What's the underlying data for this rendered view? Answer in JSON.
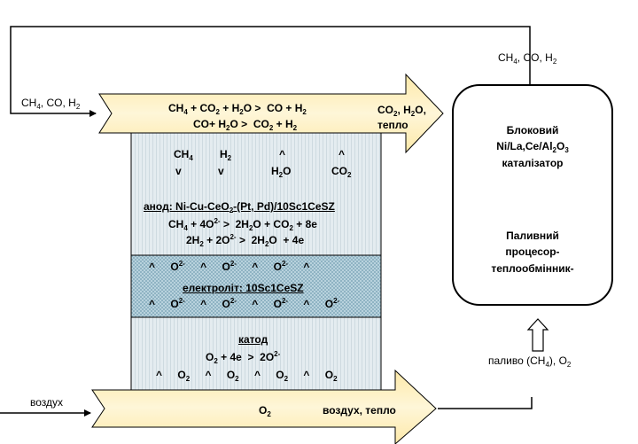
{
  "top_arrow": {
    "inlet_label": "CH4, CO, H2",
    "reaction_1": "CH4 + CO2 + H2O > CO + H2",
    "reaction_2": "CO+ H2O > CO2 + H2",
    "outlet_label_1": "CO2, H2O,",
    "outlet_label_2": "тепло"
  },
  "recycle": {
    "label": "CH4, CO, H2"
  },
  "anode": {
    "species_row_1": [
      "CH4",
      "H2",
      "^",
      "^"
    ],
    "species_row_2": [
      "v",
      "v",
      "H2O",
      "CO2"
    ],
    "title": "анод: Ni-Cu-CeO2-(Pt, Pd)/10Sc1CeSZ",
    "reaction_1": "CH4 + 4O2- > 2H2O + CO2 + 8e",
    "reaction_2": "2H2 + 2O2- > 2H2O + 4e"
  },
  "electrolyte": {
    "ion_row_1": "^ O2- ^ O2- ^ O2- ^",
    "title": "електроліт: 10Sc1CeSZ",
    "ion_row_2": "^ O2- ^ O2- ^ O2- ^ O2-"
  },
  "cathode": {
    "title": "катод",
    "reaction": "O2 + 4e > 2O2-",
    "row": "^ O2 ^ O2 ^ O2 ^ O2"
  },
  "bottom_arrow": {
    "inlet_label": "воздух",
    "center_label": "O2",
    "outlet_label": "воздух, тепло"
  },
  "reactor": {
    "label_1": "Блоковий",
    "label_2": "Ni/La,Ce/Al2O3",
    "label_3": "каталізатор",
    "label_4": "Паливний",
    "label_5": "процесор-",
    "label_6": "теплообмінник-"
  },
  "fuel": {
    "label": "паливо (CH4), O2"
  },
  "colors": {
    "arrow_fill": "#fde9a9",
    "arrow_fill_light": "#fef6d8",
    "anode_fill": "#dfe8ec",
    "electrolyte_fill": "#b4cfdb",
    "cathode_fill": "#dfe8ec"
  }
}
